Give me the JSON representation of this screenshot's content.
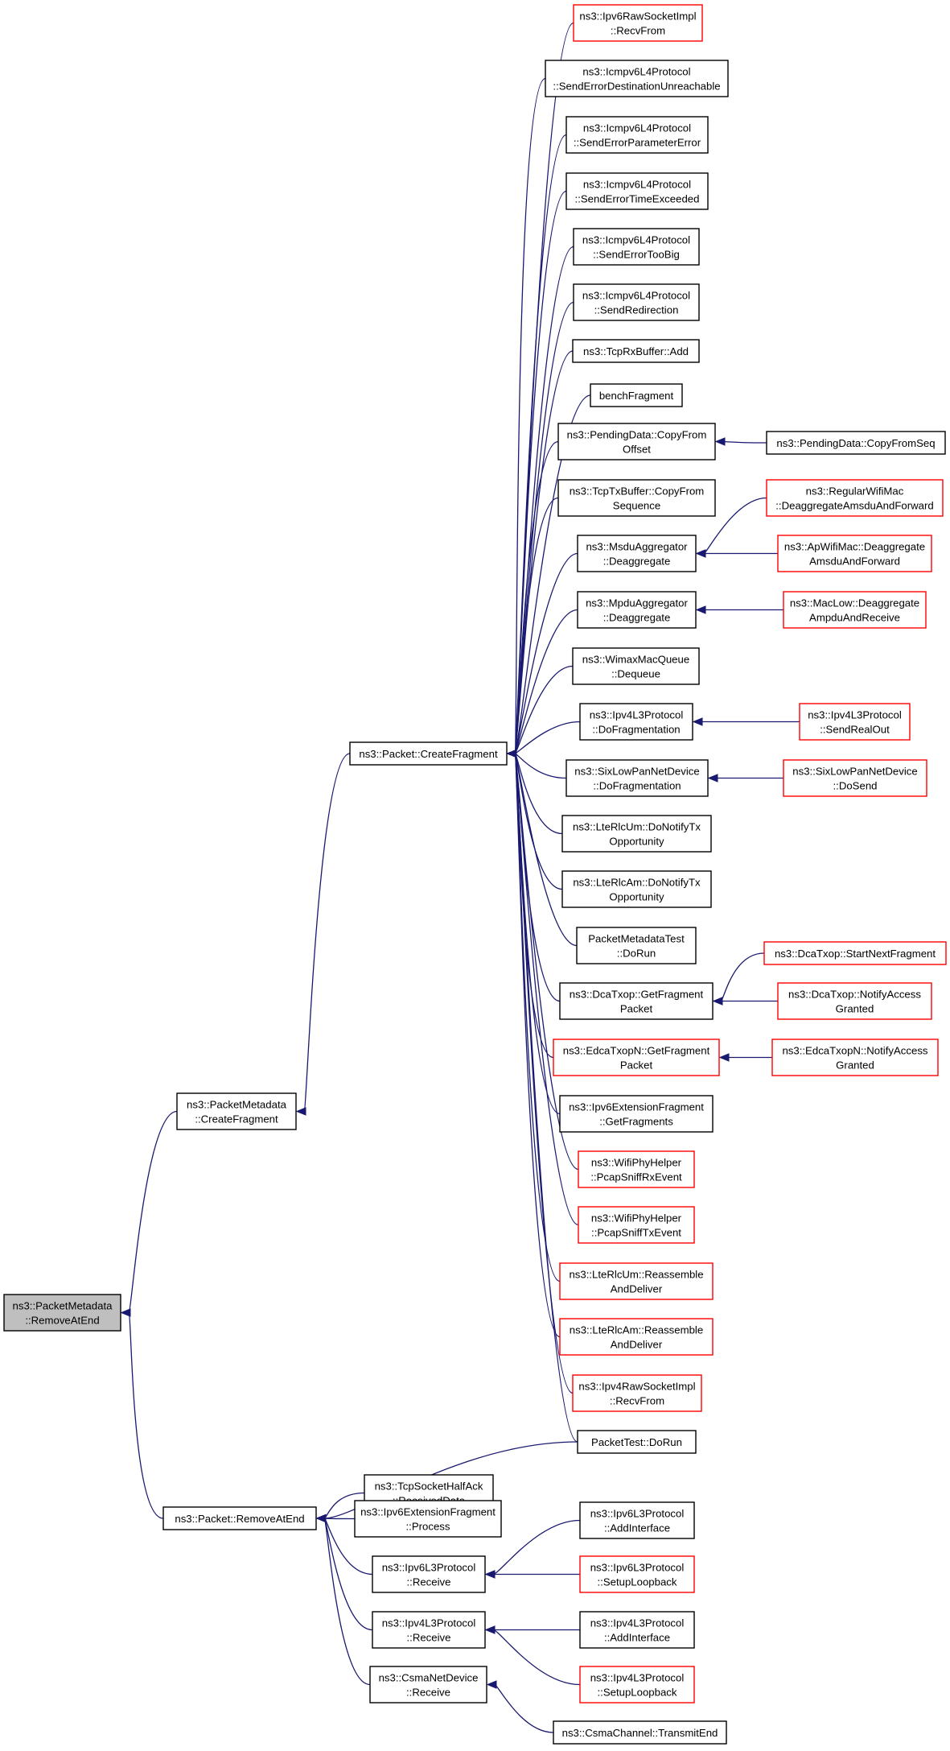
{
  "colors": {
    "edge": "#191970",
    "node_border": "#000000",
    "node_border_red": "#ff0000",
    "node_fill": "#ffffff",
    "focus_fill": "#bfbfbf"
  },
  "nodes": [
    {
      "id": "pm_removeatend",
      "lines": [
        "ns3::PacketMetadata",
        "::RemoveAtEnd"
      ],
      "style": "focus"
    },
    {
      "id": "pm_createfragment",
      "lines": [
        "ns3::PacketMetadata",
        "::CreateFragment"
      ],
      "style": "black"
    },
    {
      "id": "p_removeatend",
      "lines": [
        "ns3::Packet::RemoveAtEnd"
      ],
      "style": "black"
    },
    {
      "id": "p_createfragment",
      "lines": [
        "ns3::Packet::CreateFragment"
      ],
      "style": "black"
    },
    {
      "id": "ipv6raw_recvfrom",
      "lines": [
        "ns3::Ipv6RawSocketImpl",
        "::RecvFrom"
      ],
      "style": "red"
    },
    {
      "id": "icmp_dest",
      "lines": [
        "ns3::Icmpv6L4Protocol",
        "::SendErrorDestinationUnreachable"
      ],
      "style": "black"
    },
    {
      "id": "icmp_param",
      "lines": [
        "ns3::Icmpv6L4Protocol",
        "::SendErrorParameterError"
      ],
      "style": "black"
    },
    {
      "id": "icmp_time",
      "lines": [
        "ns3::Icmpv6L4Protocol",
        "::SendErrorTimeExceeded"
      ],
      "style": "black"
    },
    {
      "id": "icmp_toobig",
      "lines": [
        "ns3::Icmpv6L4Protocol",
        "::SendErrorTooBig"
      ],
      "style": "black"
    },
    {
      "id": "icmp_redirect",
      "lines": [
        "ns3::Icmpv6L4Protocol",
        "::SendRedirection"
      ],
      "style": "black"
    },
    {
      "id": "tcprx_add",
      "lines": [
        "ns3::TcpRxBuffer::Add"
      ],
      "style": "black"
    },
    {
      "id": "benchfragment",
      "lines": [
        "benchFragment"
      ],
      "style": "black"
    },
    {
      "id": "pending_offset",
      "lines": [
        "ns3::PendingData::CopyFrom",
        "Offset"
      ],
      "style": "black"
    },
    {
      "id": "pending_seq",
      "lines": [
        "ns3::PendingData::CopyFromSeq"
      ],
      "style": "black"
    },
    {
      "id": "tcptx_seq",
      "lines": [
        "ns3::TcpTxBuffer::CopyFrom",
        "Sequence"
      ],
      "style": "black"
    },
    {
      "id": "regular_deagg",
      "lines": [
        "ns3::RegularWifiMac",
        "::DeaggregateAmsduAndForward"
      ],
      "style": "red"
    },
    {
      "id": "msdu_deagg",
      "lines": [
        "ns3::MsduAggregator",
        "::Deaggregate"
      ],
      "style": "black"
    },
    {
      "id": "ap_deagg",
      "lines": [
        "ns3::ApWifiMac::Deaggregate",
        "AmsduAndForward"
      ],
      "style": "red"
    },
    {
      "id": "mpdu_deagg",
      "lines": [
        "ns3::MpduAggregator",
        "::Deaggregate"
      ],
      "style": "black"
    },
    {
      "id": "maclow_deagg",
      "lines": [
        "ns3::MacLow::Deaggregate",
        "AmpduAndReceive"
      ],
      "style": "red"
    },
    {
      "id": "wimax_dequeue",
      "lines": [
        "ns3::WimaxMacQueue",
        "::Dequeue"
      ],
      "style": "black"
    },
    {
      "id": "ipv4l3_dofrag",
      "lines": [
        "ns3::Ipv4L3Protocol",
        "::DoFragmentation"
      ],
      "style": "black"
    },
    {
      "id": "ipv4l3_sendrealout",
      "lines": [
        "ns3::Ipv4L3Protocol",
        "::SendRealOut"
      ],
      "style": "red"
    },
    {
      "id": "sixlow_dofrag",
      "lines": [
        "ns3::SixLowPanNetDevice",
        "::DoFragmentation"
      ],
      "style": "black"
    },
    {
      "id": "sixlow_dosend",
      "lines": [
        "ns3::SixLowPanNetDevice",
        "::DoSend"
      ],
      "style": "red"
    },
    {
      "id": "lterlcum_notify",
      "lines": [
        "ns3::LteRlcUm::DoNotifyTx",
        "Opportunity"
      ],
      "style": "black"
    },
    {
      "id": "lterlcam_notify",
      "lines": [
        "ns3::LteRlcAm::DoNotifyTx",
        "Opportunity"
      ],
      "style": "black"
    },
    {
      "id": "pmtest_dorun",
      "lines": [
        "PacketMetadataTest",
        "::DoRun"
      ],
      "style": "black"
    },
    {
      "id": "dcatxop_getfrag",
      "lines": [
        "ns3::DcaTxop::GetFragment",
        "Packet"
      ],
      "style": "black"
    },
    {
      "id": "dcatxop_startnext",
      "lines": [
        "ns3::DcaTxop::StartNextFragment"
      ],
      "style": "red"
    },
    {
      "id": "dcatxop_notify",
      "lines": [
        "ns3::DcaTxop::NotifyAccess",
        "Granted"
      ],
      "style": "red"
    },
    {
      "id": "edca_getfrag",
      "lines": [
        "ns3::EdcaTxopN::GetFragment",
        "Packet"
      ],
      "style": "red"
    },
    {
      "id": "edca_notify",
      "lines": [
        "ns3::EdcaTxopN::NotifyAccess",
        "Granted"
      ],
      "style": "red"
    },
    {
      "id": "ipv6ext_getfrags",
      "lines": [
        "ns3::Ipv6ExtensionFragment",
        "::GetFragments"
      ],
      "style": "black"
    },
    {
      "id": "wifiphy_rx",
      "lines": [
        "ns3::WifiPhyHelper",
        "::PcapSniffRxEvent"
      ],
      "style": "red"
    },
    {
      "id": "wifiphy_tx",
      "lines": [
        "ns3::WifiPhyHelper",
        "::PcapSniffTxEvent"
      ],
      "style": "red"
    },
    {
      "id": "lterlcum_reasm",
      "lines": [
        "ns3::LteRlcUm::Reassemble",
        "AndDeliver"
      ],
      "style": "red"
    },
    {
      "id": "lterlcam_reasm",
      "lines": [
        "ns3::LteRlcAm::Reassemble",
        "AndDeliver"
      ],
      "style": "red"
    },
    {
      "id": "ipv4raw_recvfrom",
      "lines": [
        "ns3::Ipv4RawSocketImpl",
        "::RecvFrom"
      ],
      "style": "red"
    },
    {
      "id": "packettest_dorun",
      "lines": [
        "PacketTest::DoRun"
      ],
      "style": "black"
    },
    {
      "id": "tcphalfack",
      "lines": [
        "ns3::TcpSocketHalfAck",
        "::ReceivedData"
      ],
      "style": "black"
    },
    {
      "id": "ipv6ext_process",
      "lines": [
        "ns3::Ipv6ExtensionFragment",
        "::Process"
      ],
      "style": "black"
    },
    {
      "id": "ipv6l3_receive",
      "lines": [
        "ns3::Ipv6L3Protocol",
        "::Receive"
      ],
      "style": "black"
    },
    {
      "id": "ipv6l3_addif",
      "lines": [
        "ns3::Ipv6L3Protocol",
        "::AddInterface"
      ],
      "style": "black"
    },
    {
      "id": "ipv6l3_loopback",
      "lines": [
        "ns3::Ipv6L3Protocol",
        "::SetupLoopback"
      ],
      "style": "red"
    },
    {
      "id": "ipv4l3_receive",
      "lines": [
        "ns3::Ipv4L3Protocol",
        "::Receive"
      ],
      "style": "black"
    },
    {
      "id": "ipv4l3_addif",
      "lines": [
        "ns3::Ipv4L3Protocol",
        "::AddInterface"
      ],
      "style": "black"
    },
    {
      "id": "ipv4l3_loopback",
      "lines": [
        "ns3::Ipv4L3Protocol",
        "::SetupLoopback"
      ],
      "style": "red"
    },
    {
      "id": "csma_receive",
      "lines": [
        "ns3::CsmaNetDevice",
        "::Receive"
      ],
      "style": "black"
    },
    {
      "id": "csma_transmitend",
      "lines": [
        "ns3::CsmaChannel::TransmitEnd"
      ],
      "style": "black"
    }
  ],
  "edges": [
    [
      "pm_createfragment",
      "pm_removeatend"
    ],
    [
      "p_removeatend",
      "pm_removeatend"
    ],
    [
      "p_createfragment",
      "pm_createfragment"
    ],
    [
      "ipv6raw_recvfrom",
      "p_createfragment"
    ],
    [
      "icmp_dest",
      "p_createfragment"
    ],
    [
      "icmp_param",
      "p_createfragment"
    ],
    [
      "icmp_time",
      "p_createfragment"
    ],
    [
      "icmp_toobig",
      "p_createfragment"
    ],
    [
      "icmp_redirect",
      "p_createfragment"
    ],
    [
      "tcprx_add",
      "p_createfragment"
    ],
    [
      "benchfragment",
      "p_createfragment"
    ],
    [
      "pending_offset",
      "p_createfragment"
    ],
    [
      "pending_seq",
      "pending_offset"
    ],
    [
      "tcptx_seq",
      "p_createfragment"
    ],
    [
      "msdu_deagg",
      "p_createfragment"
    ],
    [
      "regular_deagg",
      "msdu_deagg"
    ],
    [
      "ap_deagg",
      "msdu_deagg"
    ],
    [
      "mpdu_deagg",
      "p_createfragment"
    ],
    [
      "maclow_deagg",
      "mpdu_deagg"
    ],
    [
      "wimax_dequeue",
      "p_createfragment"
    ],
    [
      "ipv4l3_dofrag",
      "p_createfragment"
    ],
    [
      "ipv4l3_sendrealout",
      "ipv4l3_dofrag"
    ],
    [
      "sixlow_dofrag",
      "p_createfragment"
    ],
    [
      "sixlow_dosend",
      "sixlow_dofrag"
    ],
    [
      "lterlcum_notify",
      "p_createfragment"
    ],
    [
      "lterlcam_notify",
      "p_createfragment"
    ],
    [
      "pmtest_dorun",
      "p_createfragment"
    ],
    [
      "dcatxop_getfrag",
      "p_createfragment"
    ],
    [
      "dcatxop_startnext",
      "dcatxop_getfrag"
    ],
    [
      "dcatxop_notify",
      "dcatxop_getfrag"
    ],
    [
      "edca_getfrag",
      "p_createfragment"
    ],
    [
      "edca_notify",
      "edca_getfrag"
    ],
    [
      "ipv6ext_getfrags",
      "p_createfragment"
    ],
    [
      "wifiphy_rx",
      "p_createfragment"
    ],
    [
      "wifiphy_tx",
      "p_createfragment"
    ],
    [
      "lterlcum_reasm",
      "p_createfragment"
    ],
    [
      "lterlcam_reasm",
      "p_createfragment"
    ],
    [
      "ipv4raw_recvfrom",
      "p_createfragment"
    ],
    [
      "packettest_dorun",
      "p_createfragment"
    ],
    [
      "packettest_dorun",
      "p_removeatend"
    ],
    [
      "tcphalfack",
      "p_removeatend"
    ],
    [
      "ipv6ext_process",
      "p_removeatend"
    ],
    [
      "ipv6l3_receive",
      "p_removeatend"
    ],
    [
      "ipv6l3_addif",
      "ipv6l3_receive"
    ],
    [
      "ipv6l3_loopback",
      "ipv6l3_receive"
    ],
    [
      "ipv4l3_receive",
      "p_removeatend"
    ],
    [
      "ipv4l3_addif",
      "ipv4l3_receive"
    ],
    [
      "ipv4l3_loopback",
      "ipv4l3_receive"
    ],
    [
      "csma_receive",
      "p_removeatend"
    ],
    [
      "csma_transmitend",
      "csma_receive"
    ]
  ]
}
